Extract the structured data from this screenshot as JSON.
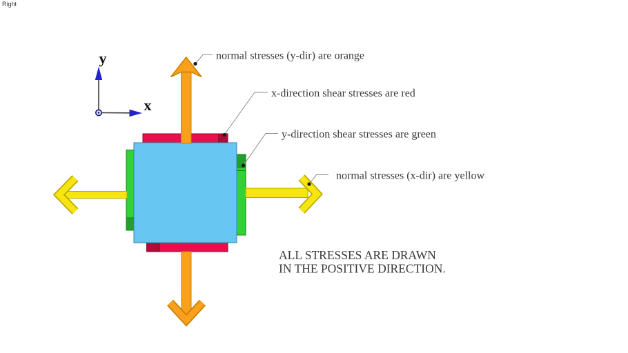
{
  "view_label": "Right",
  "axes": {
    "x_label": "x",
    "y_label": "y",
    "arrow_color": "#2222CF",
    "line_color": "#3C3C3C"
  },
  "annotations": [
    {
      "text": "normal stresses (y-dir) are orange"
    },
    {
      "text": "x-direction shear stresses are red"
    },
    {
      "text": "y-direction shear stresses are green"
    },
    {
      "text": "normal stresses (x-dir) are yellow"
    }
  ],
  "caption": {
    "line1": "ALL STRESSES ARE DRAWN",
    "line2": "IN THE POSITIVE DIRECTION."
  },
  "colors": {
    "element_face": "#68C6F2",
    "element_face_edge": "#2F85B0",
    "shear_x": "#E80F4C",
    "shear_x_dark": "#AE0D3A",
    "shear_x_edge": "#96092F",
    "shear_y": "#31D236",
    "shear_y_dark": "#23A02C",
    "shear_y_edge": "#128012",
    "normal_y": "#F9A11C",
    "normal_y_edge": "#C97F00",
    "normal_x": "#F6E50E",
    "normal_x_edge": "#BCA900",
    "leader": "#8C8C8C",
    "leader_dot": "#1A1A1A",
    "text": "#3A3A3A"
  }
}
